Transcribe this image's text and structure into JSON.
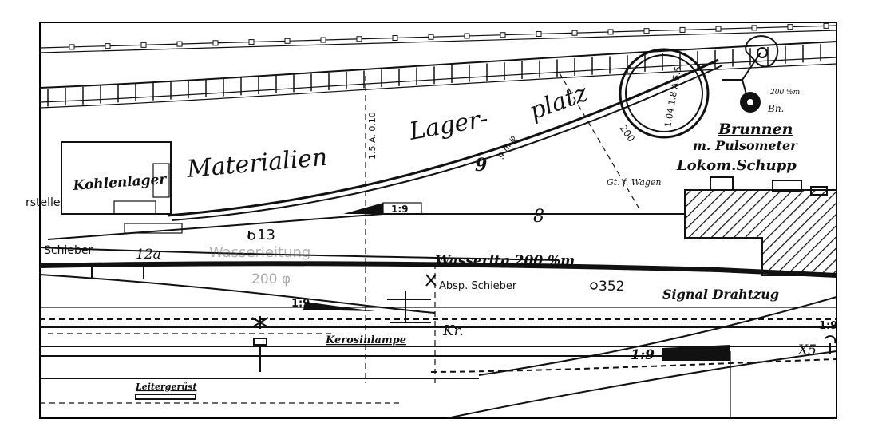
{
  "map": {
    "labels": {
      "materialien": "Materialien",
      "lager": "Lager-",
      "platz": "platz",
      "kohlenlager": "Kohlenlager",
      "stelle": "rstelle",
      "brunnen": "Brunnen",
      "pulsometer": "m. Pulsometer",
      "lokomschupp": "Lokom.Schupp",
      "bn": "Bn.",
      "wasserltg": "Wasserltg 200 %m",
      "absp_schieber": "Absp. Schieber",
      "signal_drahtzug": "Signal Drahtzug",
      "kerosinlampe": "Kerosinlampe",
      "kr": "Kr.",
      "leitergeruest": "Leitergerüst",
      "schieber": "Schieber",
      "wasserleitung_faint": "Wasserleitung",
      "gt_wagen": "Gt. f. Wagen",
      "diam_200": "200 %m",
      "dim_vert": "1.5.A. 0.10",
      "dim_turntable": "1.04 1.8 A.5.5",
      "diam_rail": "9 m φ",
      "mm200": "200"
    },
    "numbers": {
      "track_8": "8",
      "track_9": "9",
      "n13": "13",
      "n12a": "12a",
      "n352": "352",
      "x5": "X5",
      "ratio_a": "1:9",
      "ratio_b": "1:9",
      "ratio_c": "1:9",
      "ratio_d": "1:9",
      "dia_faint": "200 φ"
    }
  },
  "colors": {
    "ink": "#111111",
    "paper": "#ffffff"
  }
}
